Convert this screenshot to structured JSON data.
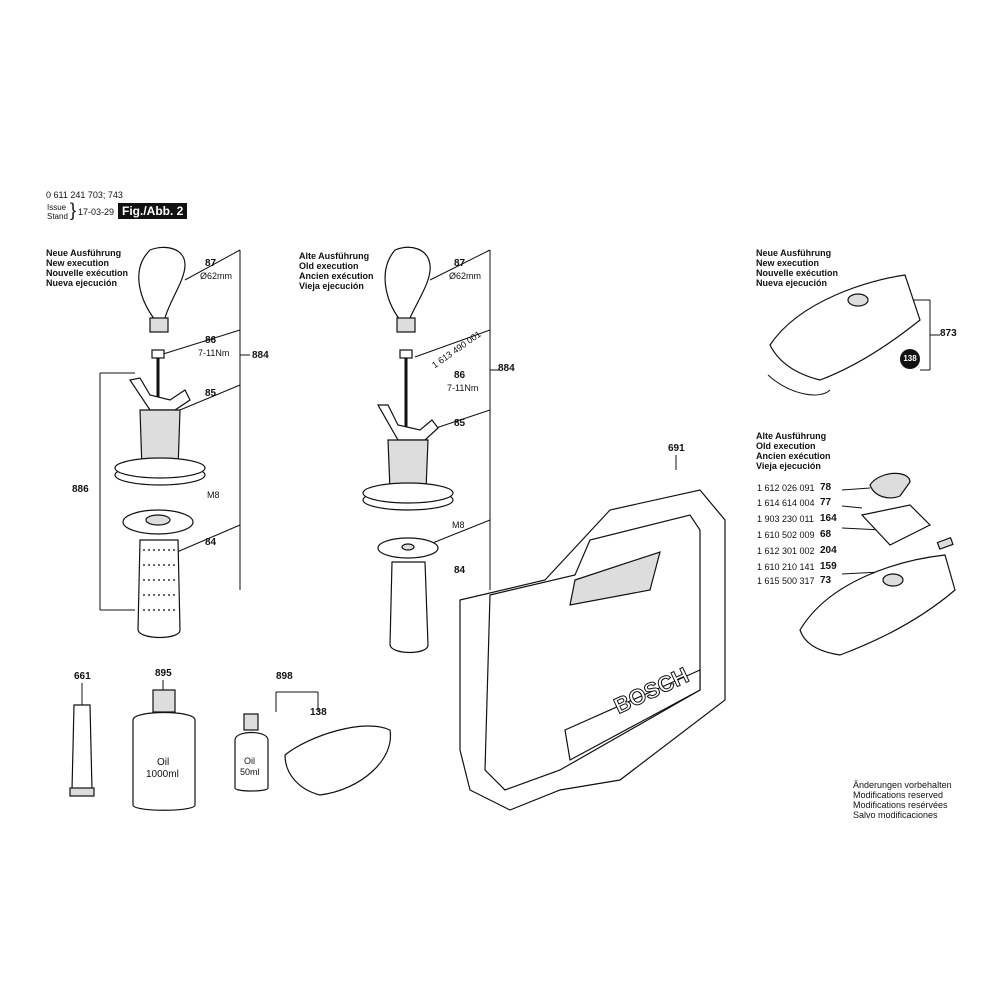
{
  "header": {
    "part_number": "0 611 241 703; 743",
    "issue_label": "Issue",
    "stand_label": "Stand",
    "date": "17-03-29",
    "fig_label": "Fig./Abb. 2"
  },
  "groups": {
    "new_exec": [
      "Neue Ausführung",
      "New execution",
      "Nouvelle exécution",
      "Nueva ejecución"
    ],
    "old_exec": [
      "Alte Ausführung",
      "Old execution",
      "Ancien exécution",
      "Vieja ejecución"
    ],
    "new_exec_right": [
      "Neue Ausführung",
      "New execution",
      "Nouvelle exécution",
      "Nueva ejecución"
    ],
    "old_exec_right": [
      "Alte Ausführung",
      "Old execution",
      "Ancien exécution",
      "Vieja ejecución"
    ]
  },
  "left_handle": {
    "p87": "87",
    "d62": "Ø62mm",
    "p86": "86",
    "torque": "7-11Nm",
    "p884": "884",
    "p85": "85",
    "p886": "886",
    "m8": "M8",
    "p84": "84"
  },
  "mid_handle": {
    "p87": "87",
    "d62": "Ø62mm",
    "p86": "86",
    "part_no": "1 613 490 001",
    "torque": "7-11Nm",
    "p884": "884",
    "p85": "85",
    "m8": "M8",
    "p84": "84"
  },
  "consumables": {
    "p661": "661",
    "p895": "895",
    "oil_big": "Oil",
    "oil_big_vol": "1000ml",
    "p898": "898",
    "p138": "138",
    "oil_small": "Oil",
    "oil_small_vol": "50ml"
  },
  "case": {
    "p691": "691",
    "brand": "BOSCH"
  },
  "right_top": {
    "p873": "873",
    "p138": "138"
  },
  "parts_list": [
    {
      "no": "1 612 026 091",
      "pos": "78"
    },
    {
      "no": "1 614 614 004",
      "pos": "77"
    },
    {
      "no": "1 903 230 011",
      "pos": "164"
    },
    {
      "no": "1 610 502 009",
      "pos": "68"
    },
    {
      "no": "1 612 301 002",
      "pos": "204"
    },
    {
      "no": "1 610 210 141",
      "pos": "159"
    },
    {
      "no": "1 615 500 317",
      "pos": "73"
    }
  ],
  "footer": [
    "Änderungen vorbehalten",
    "Modifications reserved",
    "Modifications resérvées",
    "Salvo modificaciones"
  ]
}
